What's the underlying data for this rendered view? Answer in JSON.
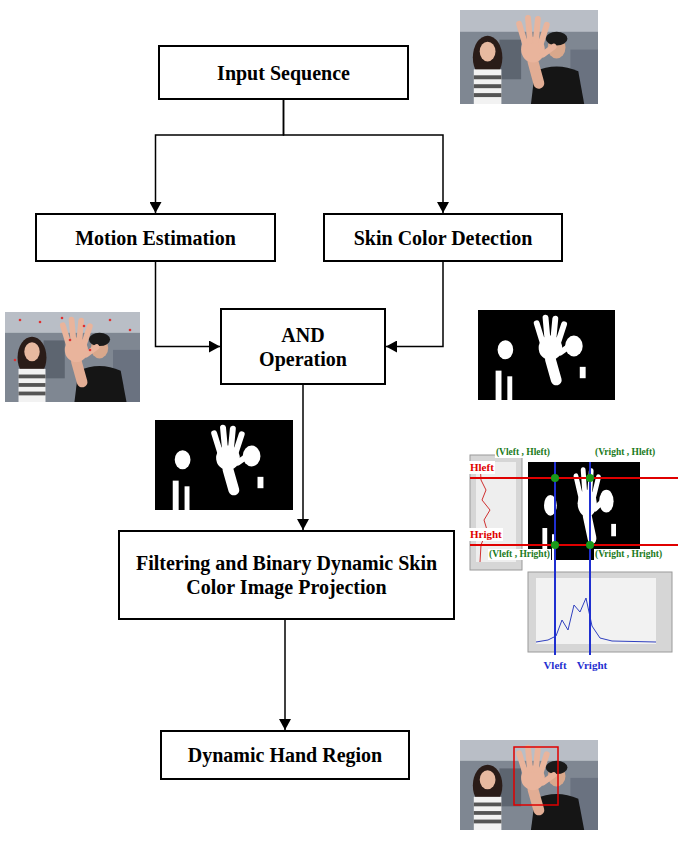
{
  "diagram": {
    "nodes": [
      {
        "text": [
          "Input Sequence"
        ]
      },
      {
        "text": [
          "Motion Estimation"
        ]
      },
      {
        "text": [
          "Skin Color Detection"
        ]
      },
      {
        "text": [
          "AND Operation"
        ]
      },
      {
        "text": [
          "Filtering and Binary Dynamic Skin Color Image Projection"
        ]
      },
      {
        "text": [
          "Dynamic Hand Region"
        ]
      }
    ],
    "edges": [
      {
        "from": 0,
        "to": 1,
        "arrow": "to"
      },
      {
        "from": 0,
        "to": 2,
        "arrow": "to"
      },
      {
        "from": 1,
        "to": 3,
        "arrow": "to"
      },
      {
        "from": 2,
        "to": 3,
        "arrow": "to"
      },
      {
        "from": 3,
        "to": 4,
        "arrow": "to"
      },
      {
        "from": 4,
        "to": 5,
        "arrow": "to"
      }
    ],
    "labels": [
      "(Vleft , Hleft)",
      "(Vright , Hleft)",
      "Hleft",
      "Hright",
      "(Vleft , Hright)",
      "(Vright , Hright)",
      "Vleft",
      "Vright"
    ]
  }
}
